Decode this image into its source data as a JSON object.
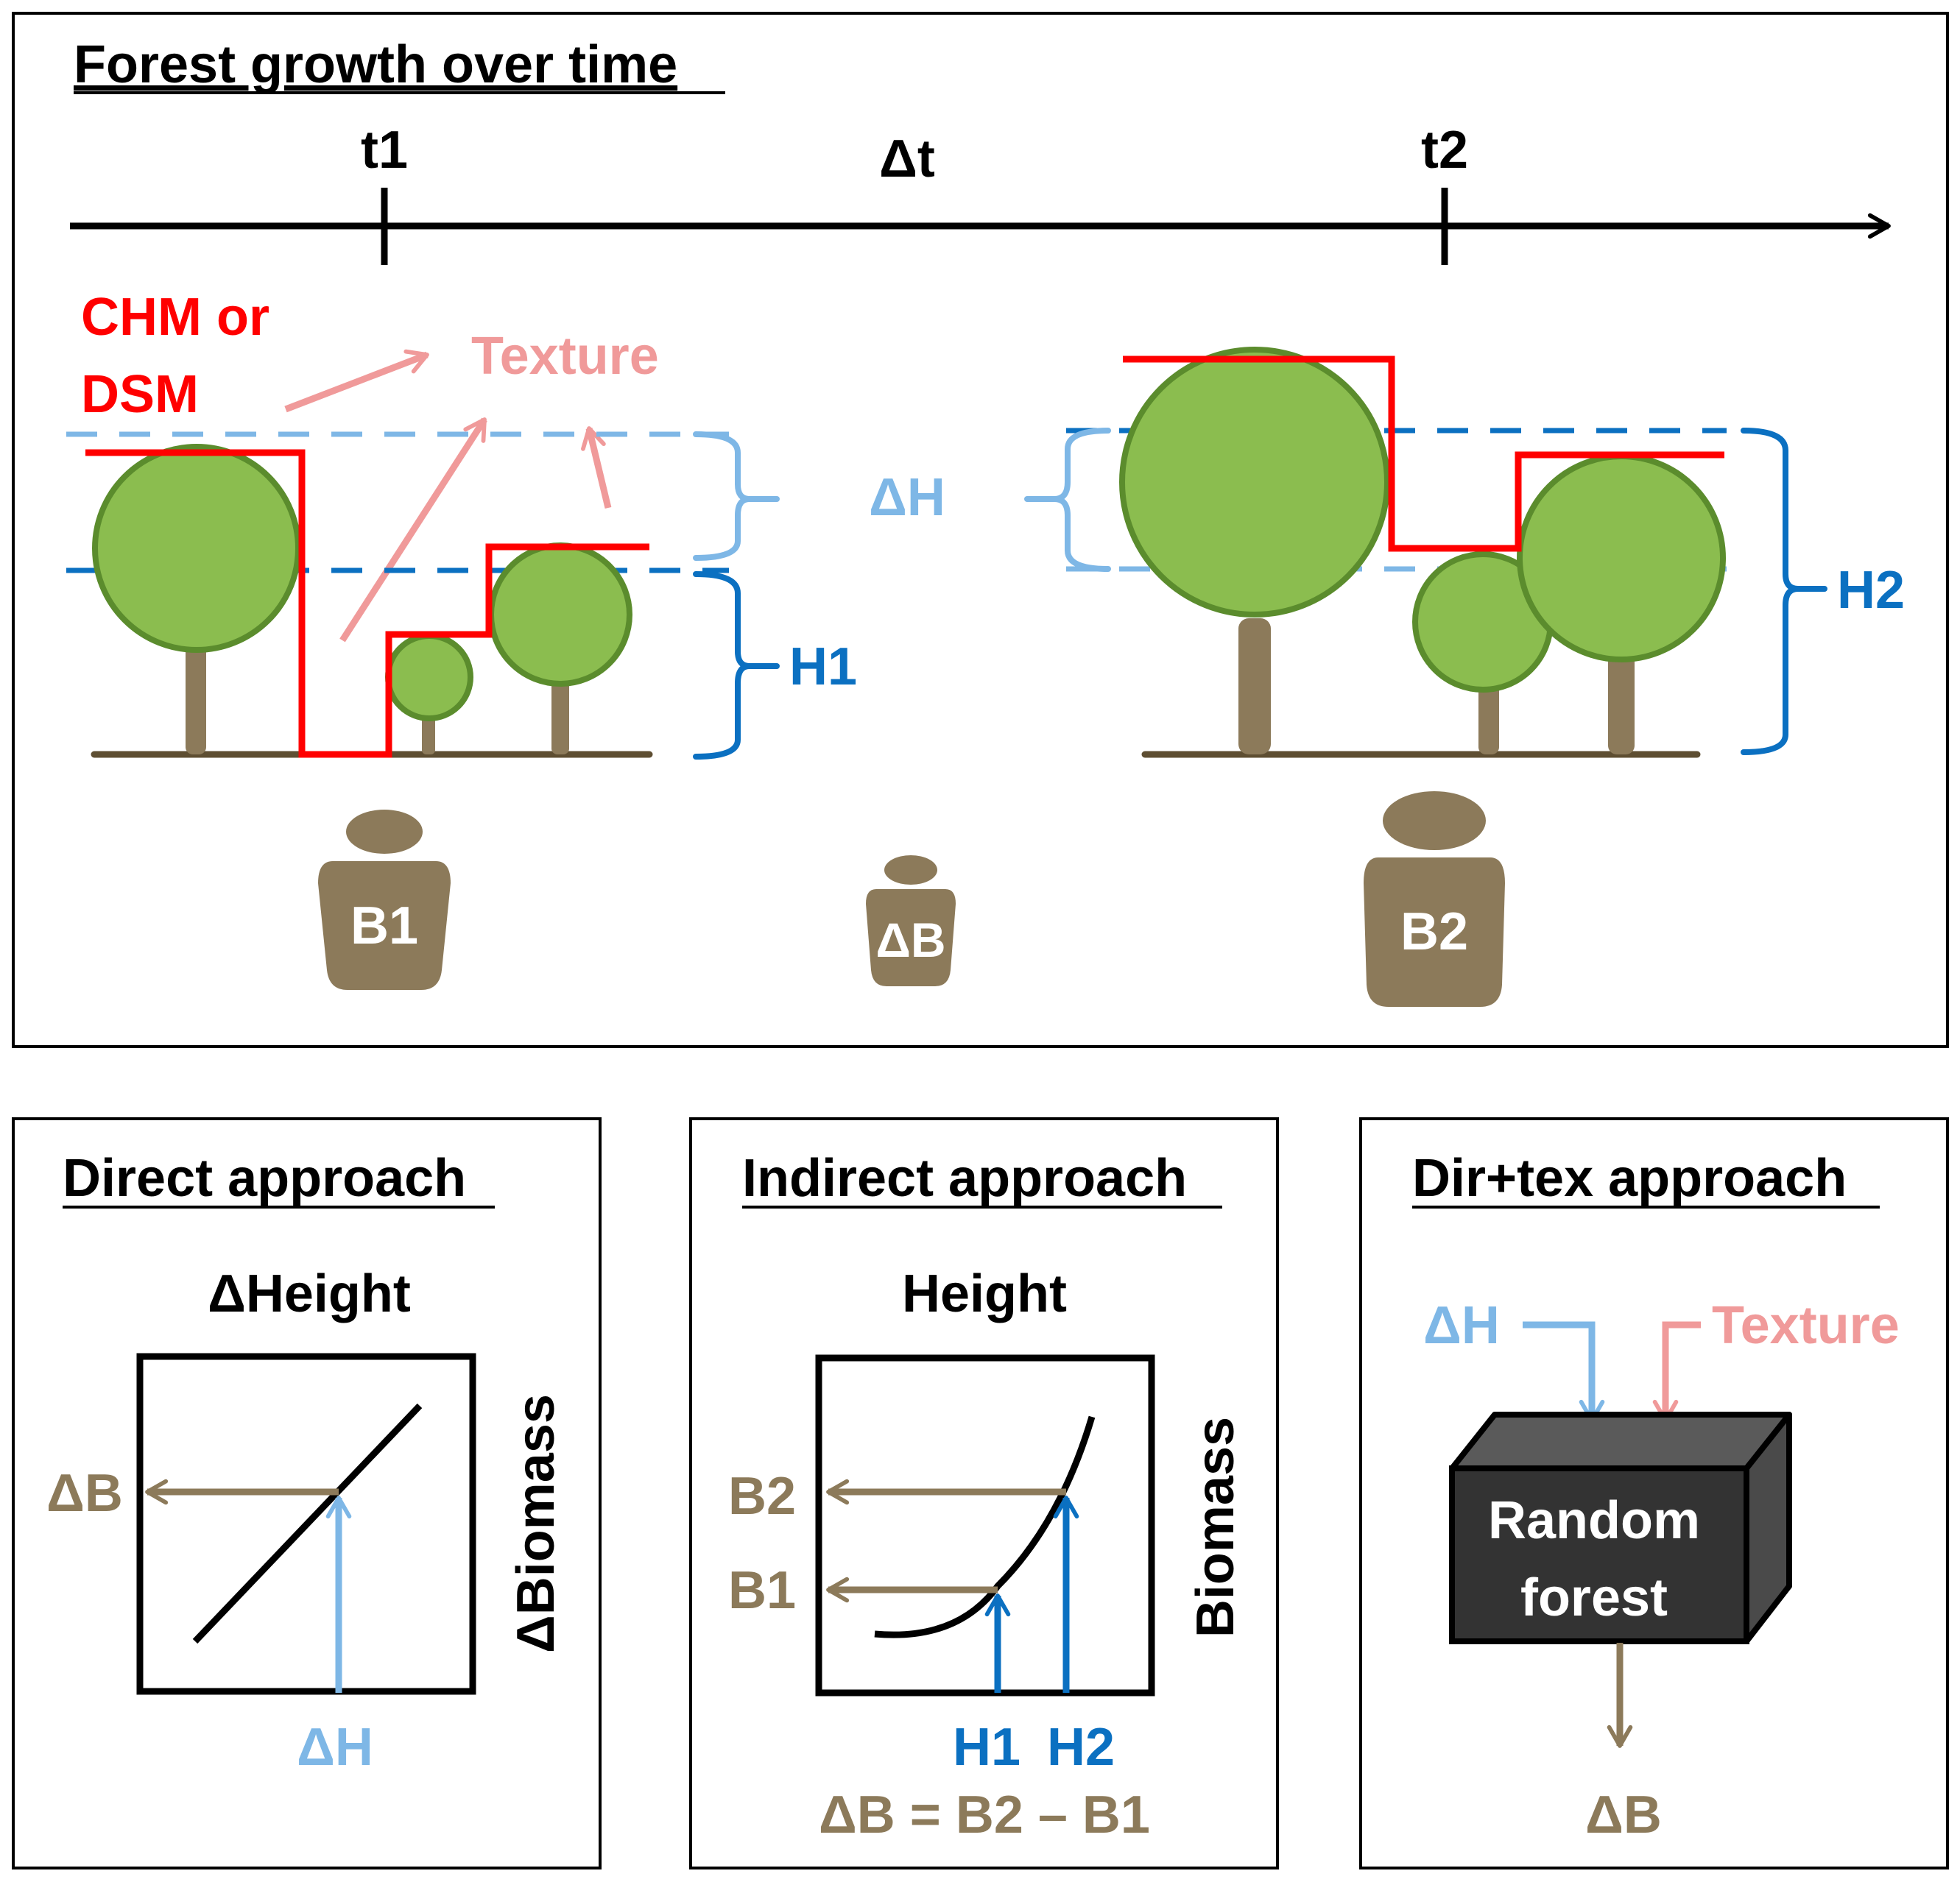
{
  "colors": {
    "black": "#000000",
    "red": "#ff0000",
    "pink": "#f09a9a",
    "light_blue": "#7eb7e6",
    "blue": "#0b70c1",
    "tree_green": "#8bbd4f",
    "tree_outline": "#5b8c2d",
    "trunk": "#8c7a5a",
    "ground": "#5e4e32",
    "weight": "#8c7a5a",
    "box_dark": "#333333",
    "box_top": "#5a5a5a",
    "box_side": "#4a4a4a"
  },
  "top_panel": {
    "title": "Forest growth over time",
    "timeline": {
      "t1": "t1",
      "t2": "t2",
      "delta_t": "Δt"
    },
    "chm_label_line1": "CHM or",
    "chm_label_line2": "DSM",
    "texture_label": "Texture",
    "delta_h_label": "ΔH",
    "h1_label": "H1",
    "h2_label": "H2",
    "weights": {
      "b1": "B1",
      "delta_b": "ΔB",
      "b2": "B2"
    }
  },
  "direct_panel": {
    "title": "Direct approach",
    "x_label": "ΔHeight",
    "y_label": "ΔBiomass",
    "output_label": "ΔB",
    "input_label": "ΔH"
  },
  "indirect_panel": {
    "title": "Indirect approach",
    "x_label": "Height",
    "y_label": "Biomass",
    "b2_label": "B2",
    "b1_label": "B1",
    "h1_label": "H1",
    "h2_label": "H2",
    "formula": "ΔB = B2 – B1"
  },
  "dirtex_panel": {
    "title": "Dir+tex approach",
    "input_dh": "ΔH",
    "input_texture": "Texture",
    "model_line1": "Random",
    "model_line2": "forest",
    "output_label": "ΔB"
  }
}
